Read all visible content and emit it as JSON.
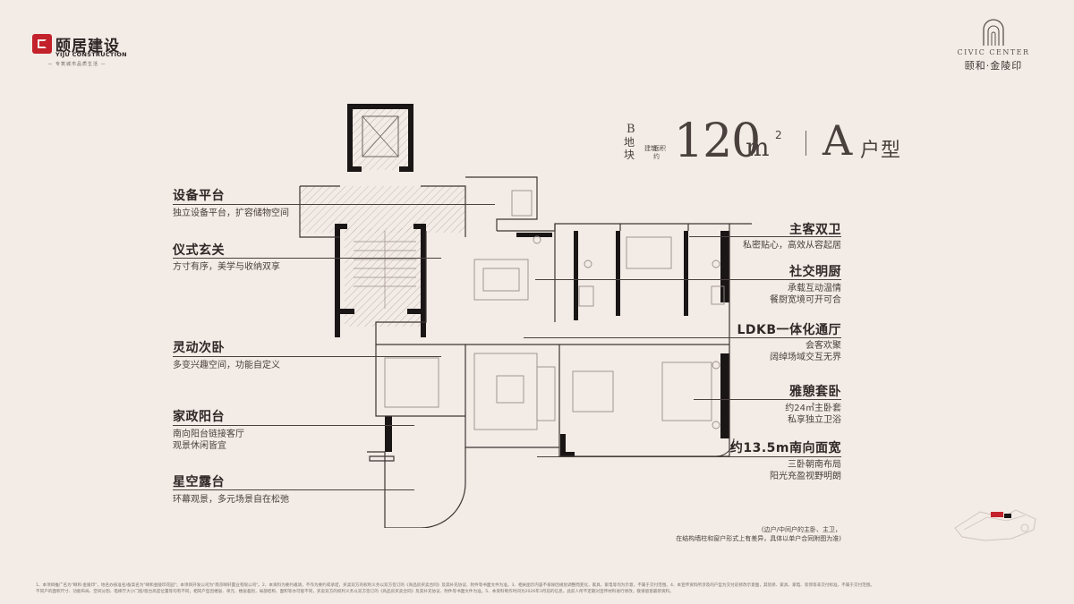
{
  "brand": {
    "name_cn": "颐居建设",
    "name_en": "YIJU CONSTRUCTION",
    "slogan": "— 专筑城市品质生活 —",
    "project_en": "CIVIC CENTER",
    "project_cn": "颐和·金陵印"
  },
  "title": {
    "block_letter": "B",
    "block_name": "地块",
    "area_label_1": "建筑",
    "area_label_2": "面积约",
    "area_value": "120",
    "area_unit": "m",
    "area_sup": "2",
    "unit_letter": "A",
    "unit_type": "户型"
  },
  "labels_left": [
    {
      "title": "设备平台",
      "sub": "独立设备平台，扩容储物空间"
    },
    {
      "title": "仪式玄关",
      "sub": "方寸有序，美学与收纳双享"
    },
    {
      "title": "灵动次卧",
      "sub": "多变兴趣空间，功能自定义"
    },
    {
      "title": "家政阳台",
      "sub": "南向阳台链接客厅",
      "sub2": "观景休闲皆宜"
    },
    {
      "title": "星空露台",
      "sub": "环幕观景，多元场景自在松弛"
    }
  ],
  "labels_right": [
    {
      "title": "主客双卫",
      "sub": "私密贴心，高效从容起居"
    },
    {
      "title": "社交明厨",
      "sub": "承载互动温情",
      "sub2": "餐厨宽境可开可合"
    },
    {
      "title": "LDKB一体化通厅",
      "sub": "会客欢聚",
      "sub2": "阔绰场域交互无界"
    },
    {
      "title": "雅憩套卧",
      "sub": "约24㎡主卧套",
      "sub2": "私享独立卫浴"
    },
    {
      "title": "约13.5m南向面宽",
      "sub": "三卧朝南布局",
      "sub2": "阳光充盈视野明朗"
    }
  ],
  "note": {
    "line1": "(边户/中间户的主卧、主卫，",
    "line2": "在结构墙柱和窗户形式上有差异，具体以单户合同附图为准)"
  },
  "footer": {
    "line1": "1、本项目推广名为\"颐和·金陵印\"，地名办核准名/备案名为\"颐和金陵印花园\"；本项目开发公司为\"南京颐轩置业有限公司\"。2、本资料为要约邀请，不作为要约或承诺，买卖双方的权利义务以双方签订的《商品房买卖合同》及其补充协议、附件等书面文件为准。3、相关图示内容不排除因规划调整而变化，家具、家电等均为示意，不属于交付范围。4、本宣传资料所涉及的户型为交付前修改示意图，其装修、家具、家电、装饰等非交付标准，不属于交付范围。",
    "line2": "不同户的面积尺寸、功能布局、空间分割、电梯厅大小门窗/窗台高度位置等均有不同，相同户型因楼层、单元、楼层差别，局部结构、面积等亦可能不同，买卖双方的权利义务以双方签订的《商品房买卖合同》及其补充协议、附件等书面文件为准。5、本资料制作时间为2026年3月前的信息，此前人所不定期对宣传材料进行修改，敬请留意最新资料。"
  },
  "colors": {
    "background": "#f3ebe6",
    "wall": "#1a1616",
    "brand_red": "#c3212b",
    "text": "#3d3533"
  }
}
